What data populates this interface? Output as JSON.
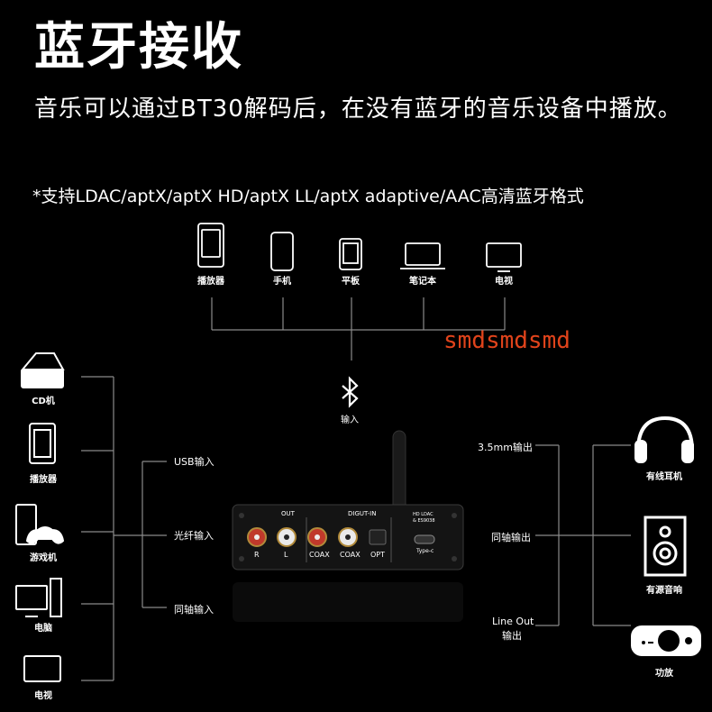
{
  "header": {
    "title": "蓝牙接收",
    "subtitle": "音乐可以通过BT30解码后，在没有蓝牙的音乐设备中播放。",
    "note": "*支持LDAC/aptX/aptX HD/aptX LL/aptX adaptive/AAC高清蓝牙格式"
  },
  "sources_top": [
    {
      "label": "播放器",
      "icon": "player-icon"
    },
    {
      "label": "手机",
      "icon": "phone-icon"
    },
    {
      "label": "平板",
      "icon": "tablet-icon"
    },
    {
      "label": "笔记本",
      "icon": "laptop-icon"
    },
    {
      "label": "电视",
      "icon": "tv-icon"
    }
  ],
  "bluetooth_input": "输入",
  "watermark": "smdsmdsmd",
  "sources_left": [
    {
      "label": "CD机",
      "icon": "cd-player-icon"
    },
    {
      "label": "播放器",
      "icon": "player-icon"
    },
    {
      "label": "游戏机",
      "icon": "game-console-icon"
    },
    {
      "label": "电脑",
      "icon": "computer-icon"
    },
    {
      "label": "电视",
      "icon": "tv-icon"
    }
  ],
  "inputs": {
    "usb": "USB输入",
    "optical": "光纤输入",
    "coax": "同轴输入"
  },
  "outputs": {
    "jack": "3.5mm输出",
    "coax": "同轴输出",
    "line_out": "Line Out",
    "line_out_sub": "输出"
  },
  "sinks_right": [
    {
      "label": "有线耳机",
      "icon": "headphones-icon"
    },
    {
      "label": "有源音响",
      "icon": "speaker-icon"
    },
    {
      "label": "功放",
      "icon": "amplifier-icon"
    }
  ],
  "device": {
    "out_label": "OUT",
    "digit_in_label": "DIGUT-IN",
    "r": "R",
    "l": "L",
    "coax1": "COAX",
    "coax2": "COAX",
    "opt": "OPT",
    "typec": "Type-c",
    "badge_line1": "HD LDAC",
    "badge_line2": "& ES9038"
  },
  "colors": {
    "background": "#000000",
    "line": "#8a8a8a",
    "watermark": "#e0431b"
  }
}
